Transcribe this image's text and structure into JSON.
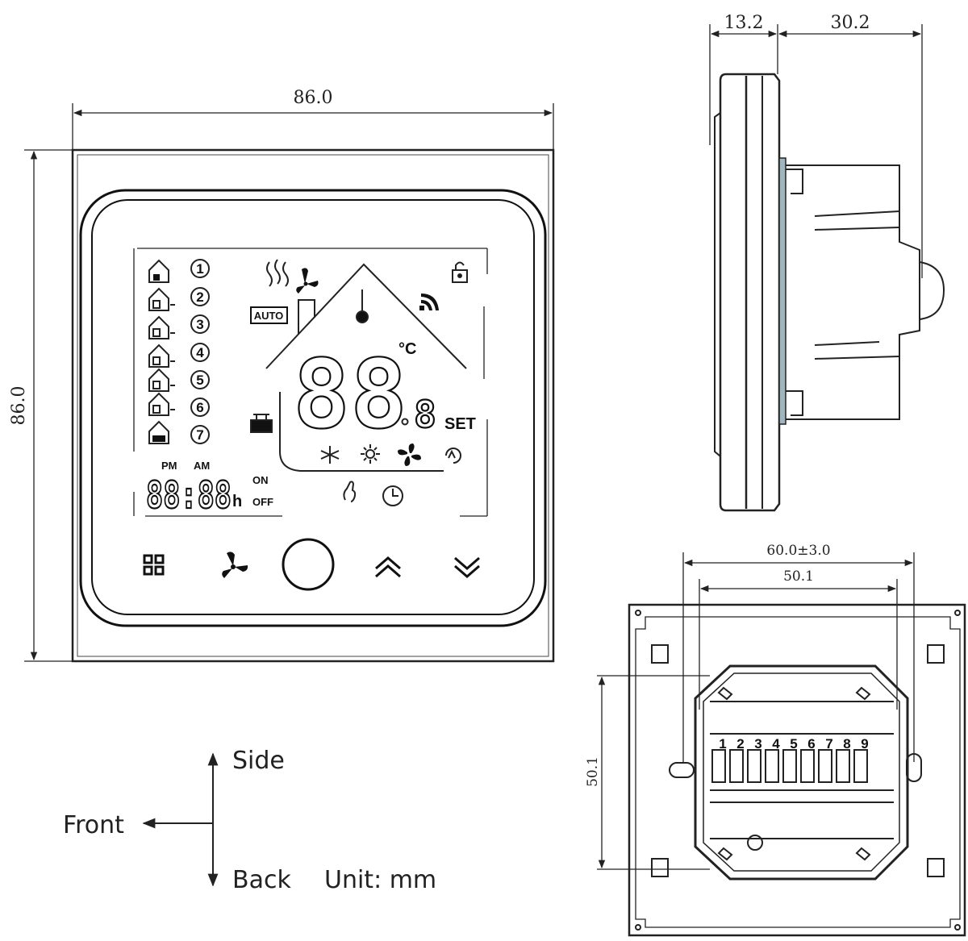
{
  "front_view": {
    "width_dim": "86.0",
    "height_dim": "86.0",
    "lcd": {
      "scene_numbers": [
        "1",
        "2",
        "3",
        "4",
        "5",
        "6",
        "7"
      ],
      "auto_label": "AUTO",
      "temp_digits": "88",
      "small_digit": "8",
      "celsius": "°C",
      "set_label": "SET",
      "pm_label": "PM",
      "am_label": "AM",
      "clock_digits": "88:88",
      "hour_unit": "h",
      "on_label": "ON",
      "off_label": "OFF"
    },
    "buttons": [
      "menu-icon",
      "fan-icon",
      "power-icon",
      "up-icon",
      "down-icon"
    ]
  },
  "side_view": {
    "left_dim": "13.2",
    "right_dim": "30.2"
  },
  "back_view": {
    "outer_dim": "60.0±3.0",
    "inner_dim": "50.1",
    "vertical_dim": "50.1",
    "terminal_numbers": [
      "1",
      "2",
      "3",
      "4",
      "5",
      "6",
      "7",
      "8",
      "9"
    ]
  },
  "legend": {
    "side": "Side",
    "front": "Front",
    "back": "Back",
    "unit": "Unit: mm"
  }
}
